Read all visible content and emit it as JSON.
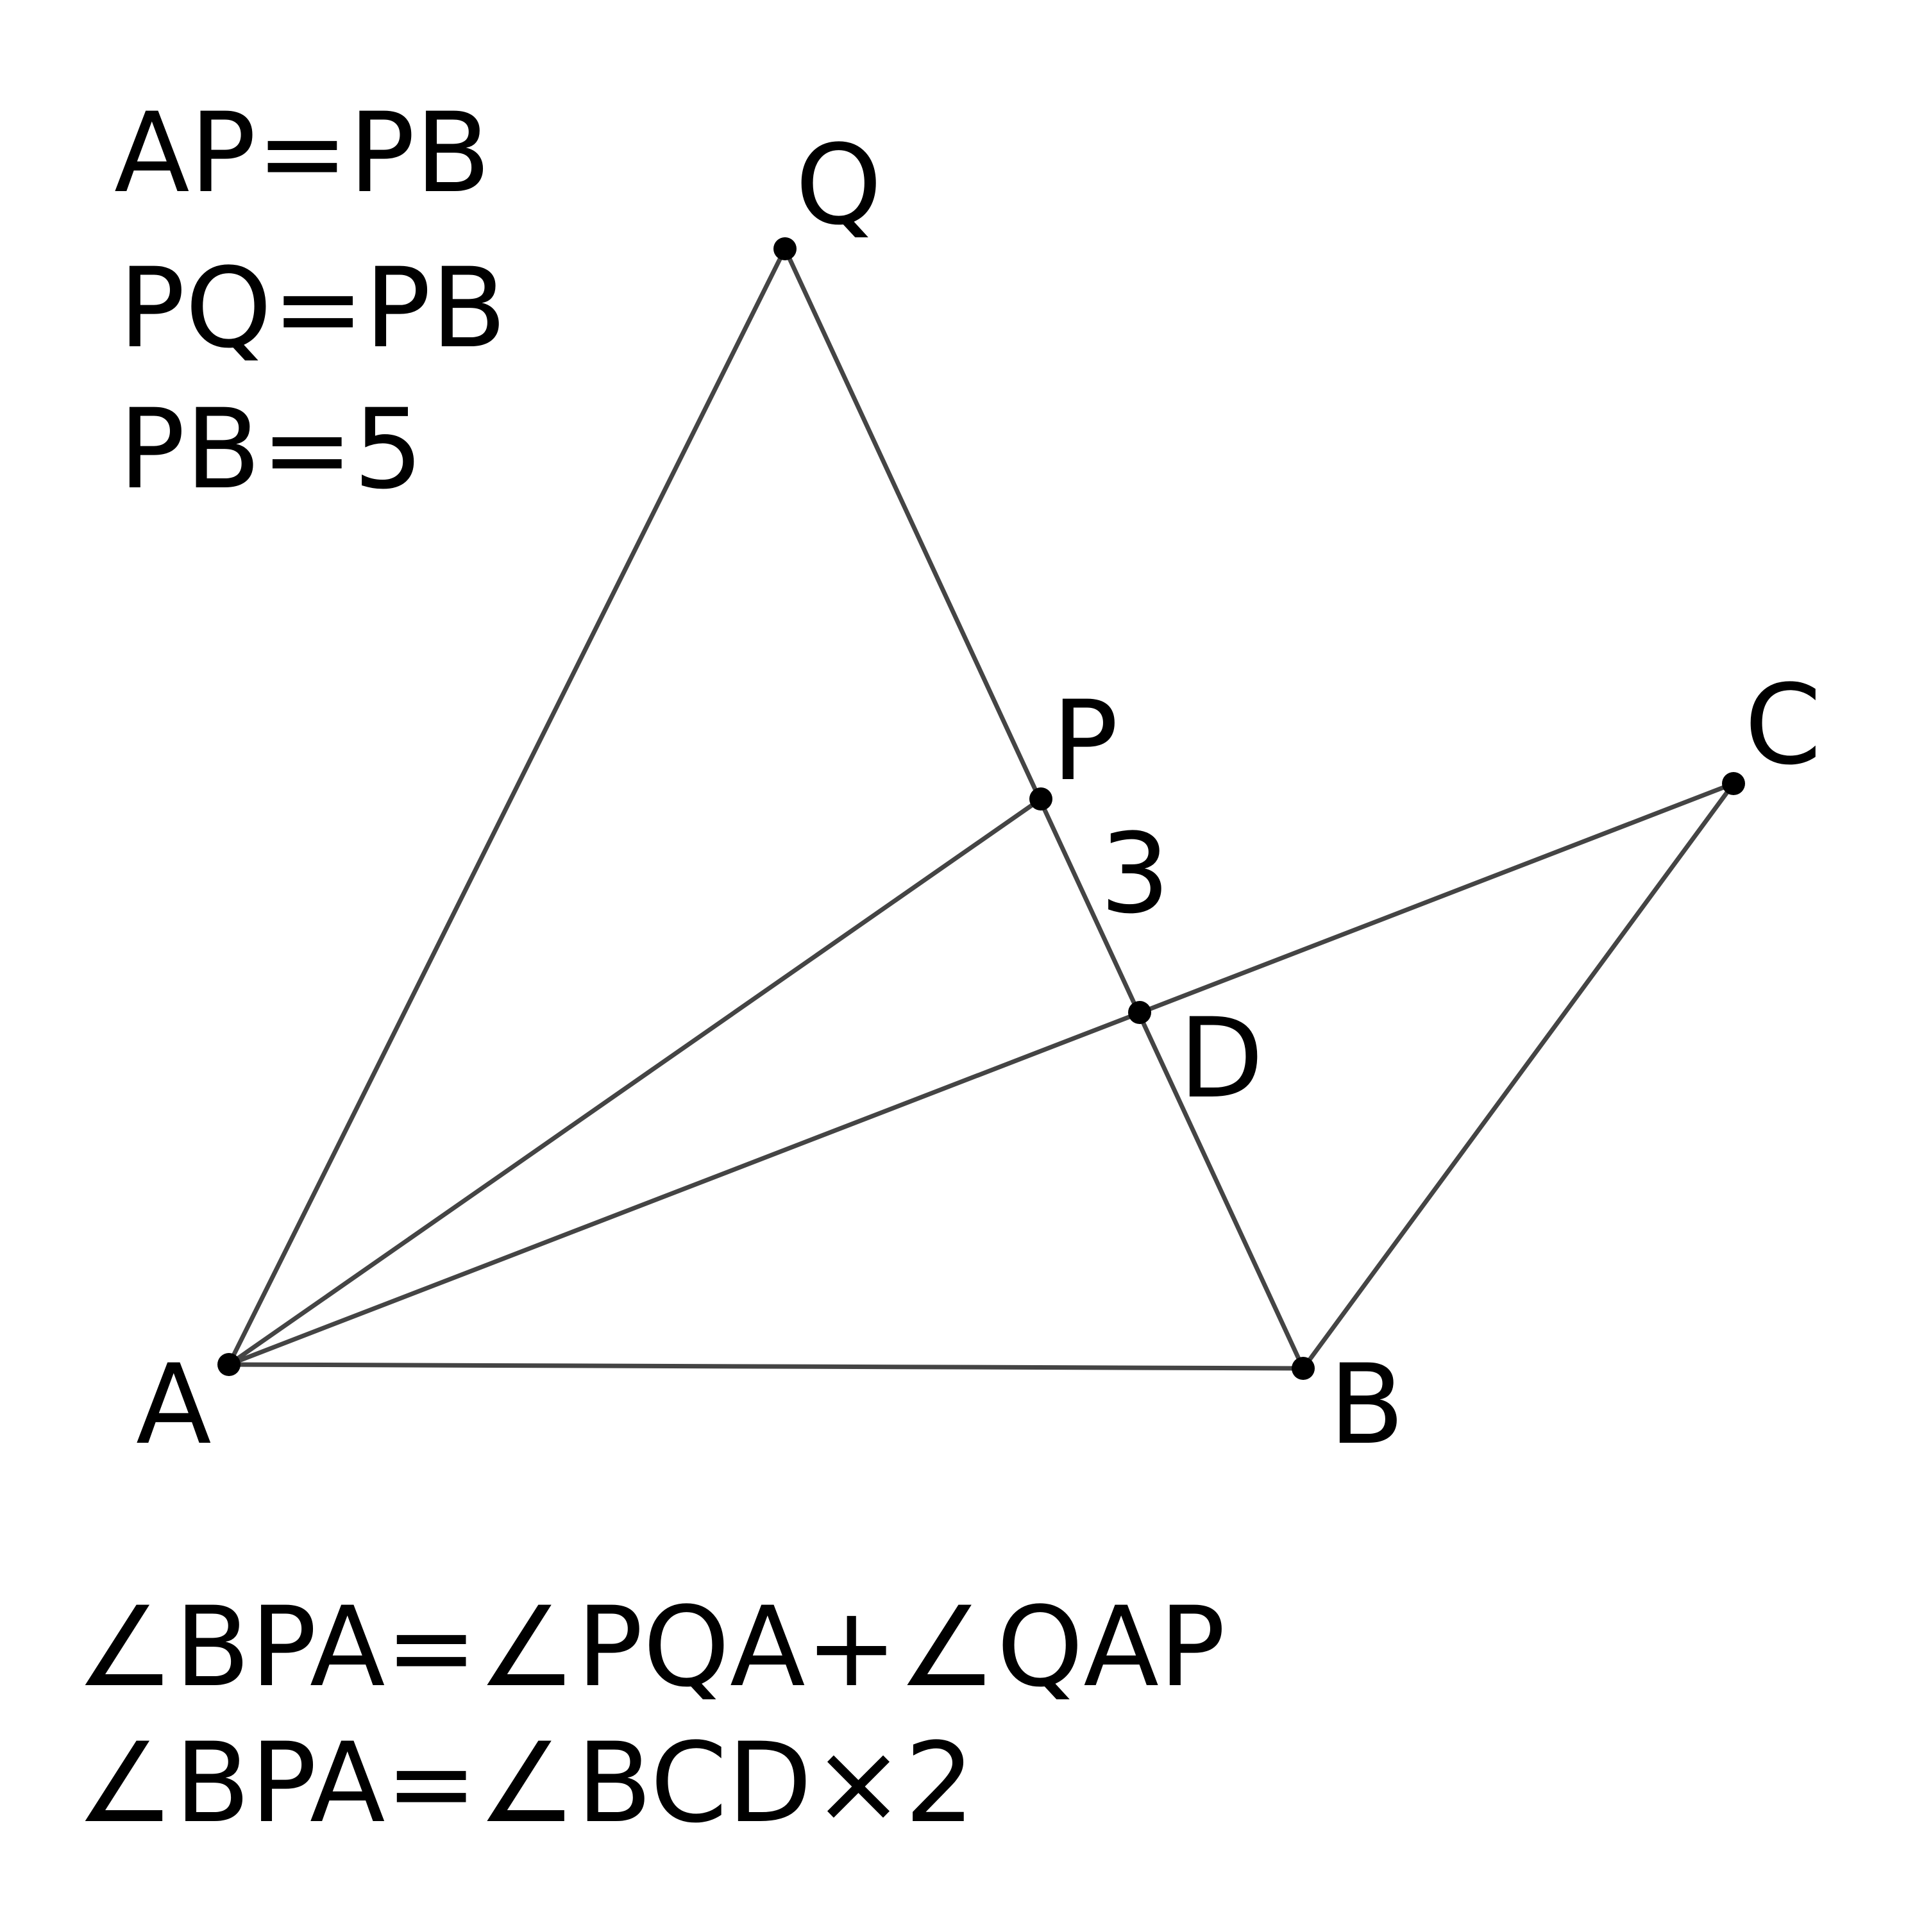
{
  "conditions": {
    "line1": "AP=PB",
    "line2": "PQ=PB",
    "line3": "PB=5"
  },
  "angle_relations": {
    "line1": "∠BPA=∠PQA+∠QAP",
    "line2": "∠BPA=∠BCD×2"
  },
  "points": {
    "A": "A",
    "B": "B",
    "C": "C",
    "D": "D",
    "P": "P",
    "Q": "Q"
  },
  "segment_label_PD": "3",
  "colors": {
    "line": "#444444",
    "point": "#000000",
    "text": "#000000",
    "background": "#ffffff"
  }
}
